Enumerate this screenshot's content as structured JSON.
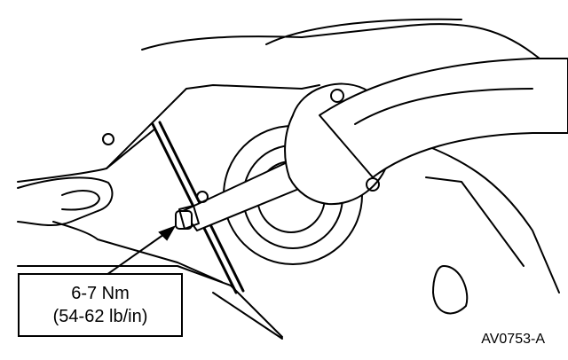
{
  "callout": {
    "torque_nm": "6-7 Nm",
    "torque_lbin": "(54-62 lb/in)"
  },
  "figure": {
    "id": "AV0753-A"
  },
  "colors": {
    "line": "#000000",
    "background": "#ffffff"
  }
}
